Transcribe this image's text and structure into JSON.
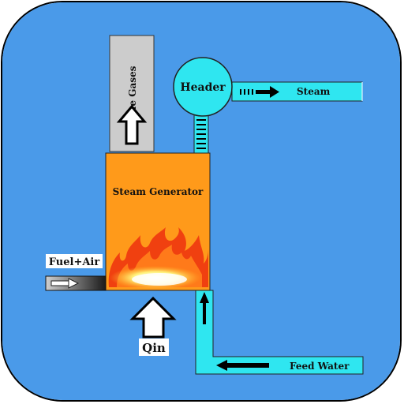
{
  "diagram": {
    "labels": {
      "flue_gases": "Flue Gases",
      "header": "Header",
      "steam": "Steam",
      "steam_generator": "Steam Generator",
      "fuel_air": "Fuel+Air",
      "qin": "Qin",
      "feed_water": "Feed Water"
    },
    "colors": {
      "background": "#4a9ae9",
      "pipe": "#2fe6f0",
      "generator": "#ff9a1a",
      "flue_stack": "#cccccc",
      "flame": "#f04010",
      "flame_core": "#fff27a"
    },
    "icons": {
      "flue_arrow": "up-arrow-icon",
      "qin_arrow": "up-arrow-icon",
      "steam_arrow": "right-arrow-icon",
      "feed_arrow": "left-arrow-icon",
      "fuel_arrow": "right-arrow-icon"
    }
  }
}
